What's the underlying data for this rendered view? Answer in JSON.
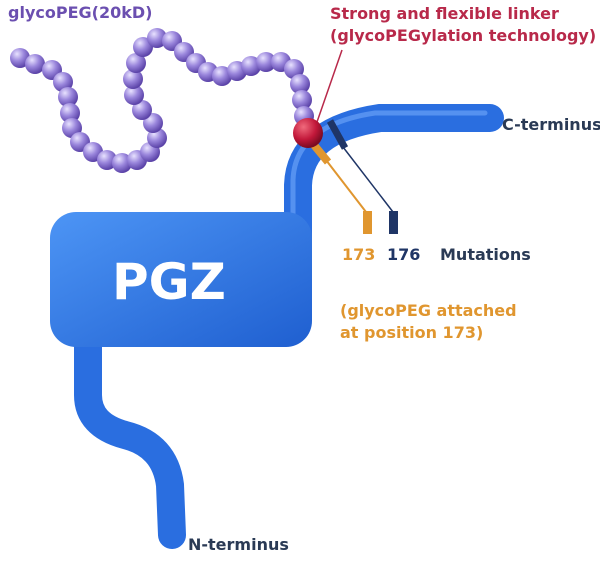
{
  "labels": {
    "peg": "glycoPEG(20kD)",
    "linker_line1": "Strong and flexible linker",
    "linker_line2": "(glycoPEGylation technology)",
    "c_terminus": "C-terminus",
    "n_terminus": "N-terminus",
    "protein": "PGZ",
    "pos_173": "173",
    "pos_176": "176",
    "mutations": "Mutations",
    "attached_line1": "(glycoPEG attached",
    "attached_line2": "at position 173)"
  },
  "colors": {
    "peg": "#6b4fb0",
    "linker": "#b8294a",
    "pos_173": "#e0962f",
    "pos_176": "#1f3566",
    "protein": "#2f73e0",
    "text_dark": "#2a3a55"
  }
}
